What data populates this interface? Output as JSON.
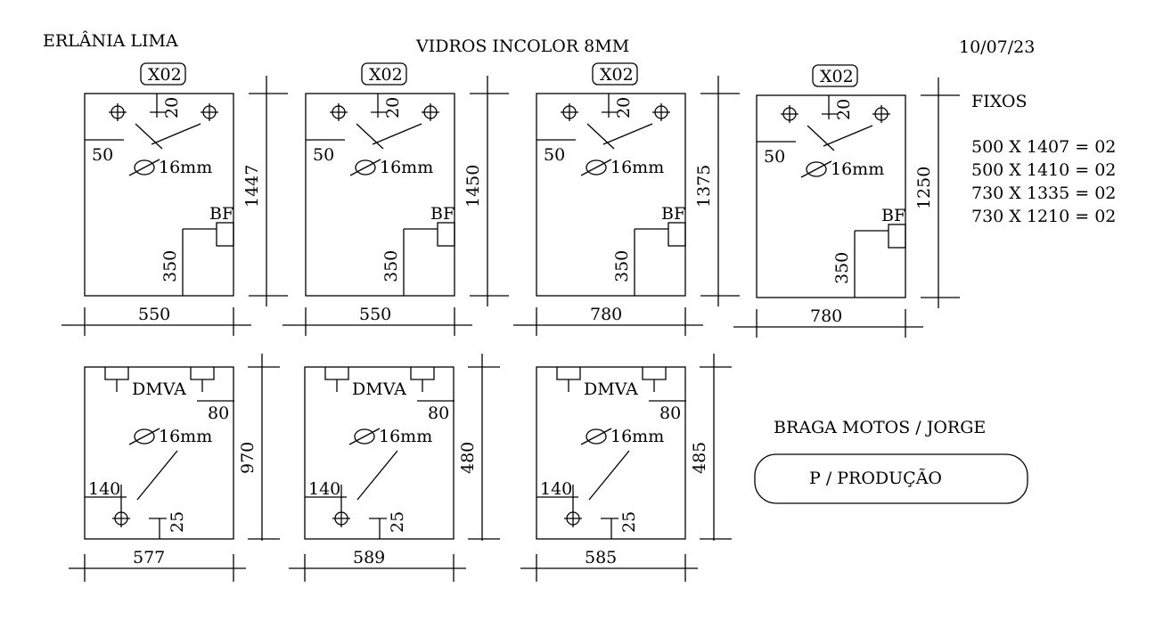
{
  "header": {
    "name": "ERLÂNIA LIMA",
    "title": "VIDROS INCOLOR 8MM",
    "date": "10/07/23"
  },
  "fixos": {
    "title": "FIXOS",
    "lines": [
      "500 X 1407 = 02",
      "500 X 1410 = 02",
      "730 X 1335 = 02",
      "730 X 1210 = 02"
    ]
  },
  "client": "BRAGA MOTOS / JORGE",
  "note": "P / PRODUÇÃO",
  "labels": {
    "tag": "X02",
    "hole": "16mm",
    "hole_offset": "50",
    "top_offset": "20",
    "bf": "BF",
    "bf_height": "350",
    "dmva": "DMVA",
    "dmva_offset": "80",
    "side_offset": "140",
    "bottom_offset": "25"
  },
  "panels_top": [
    {
      "width": "550",
      "height": "1447"
    },
    {
      "width": "550",
      "height": "1450"
    },
    {
      "width": "780",
      "height": "1375"
    },
    {
      "width": "780",
      "height": "1250"
    }
  ],
  "panels_bottom": [
    {
      "width": "577",
      "height": "970"
    },
    {
      "width": "589",
      "height": "480"
    },
    {
      "width": "585",
      "height": "485"
    }
  ]
}
